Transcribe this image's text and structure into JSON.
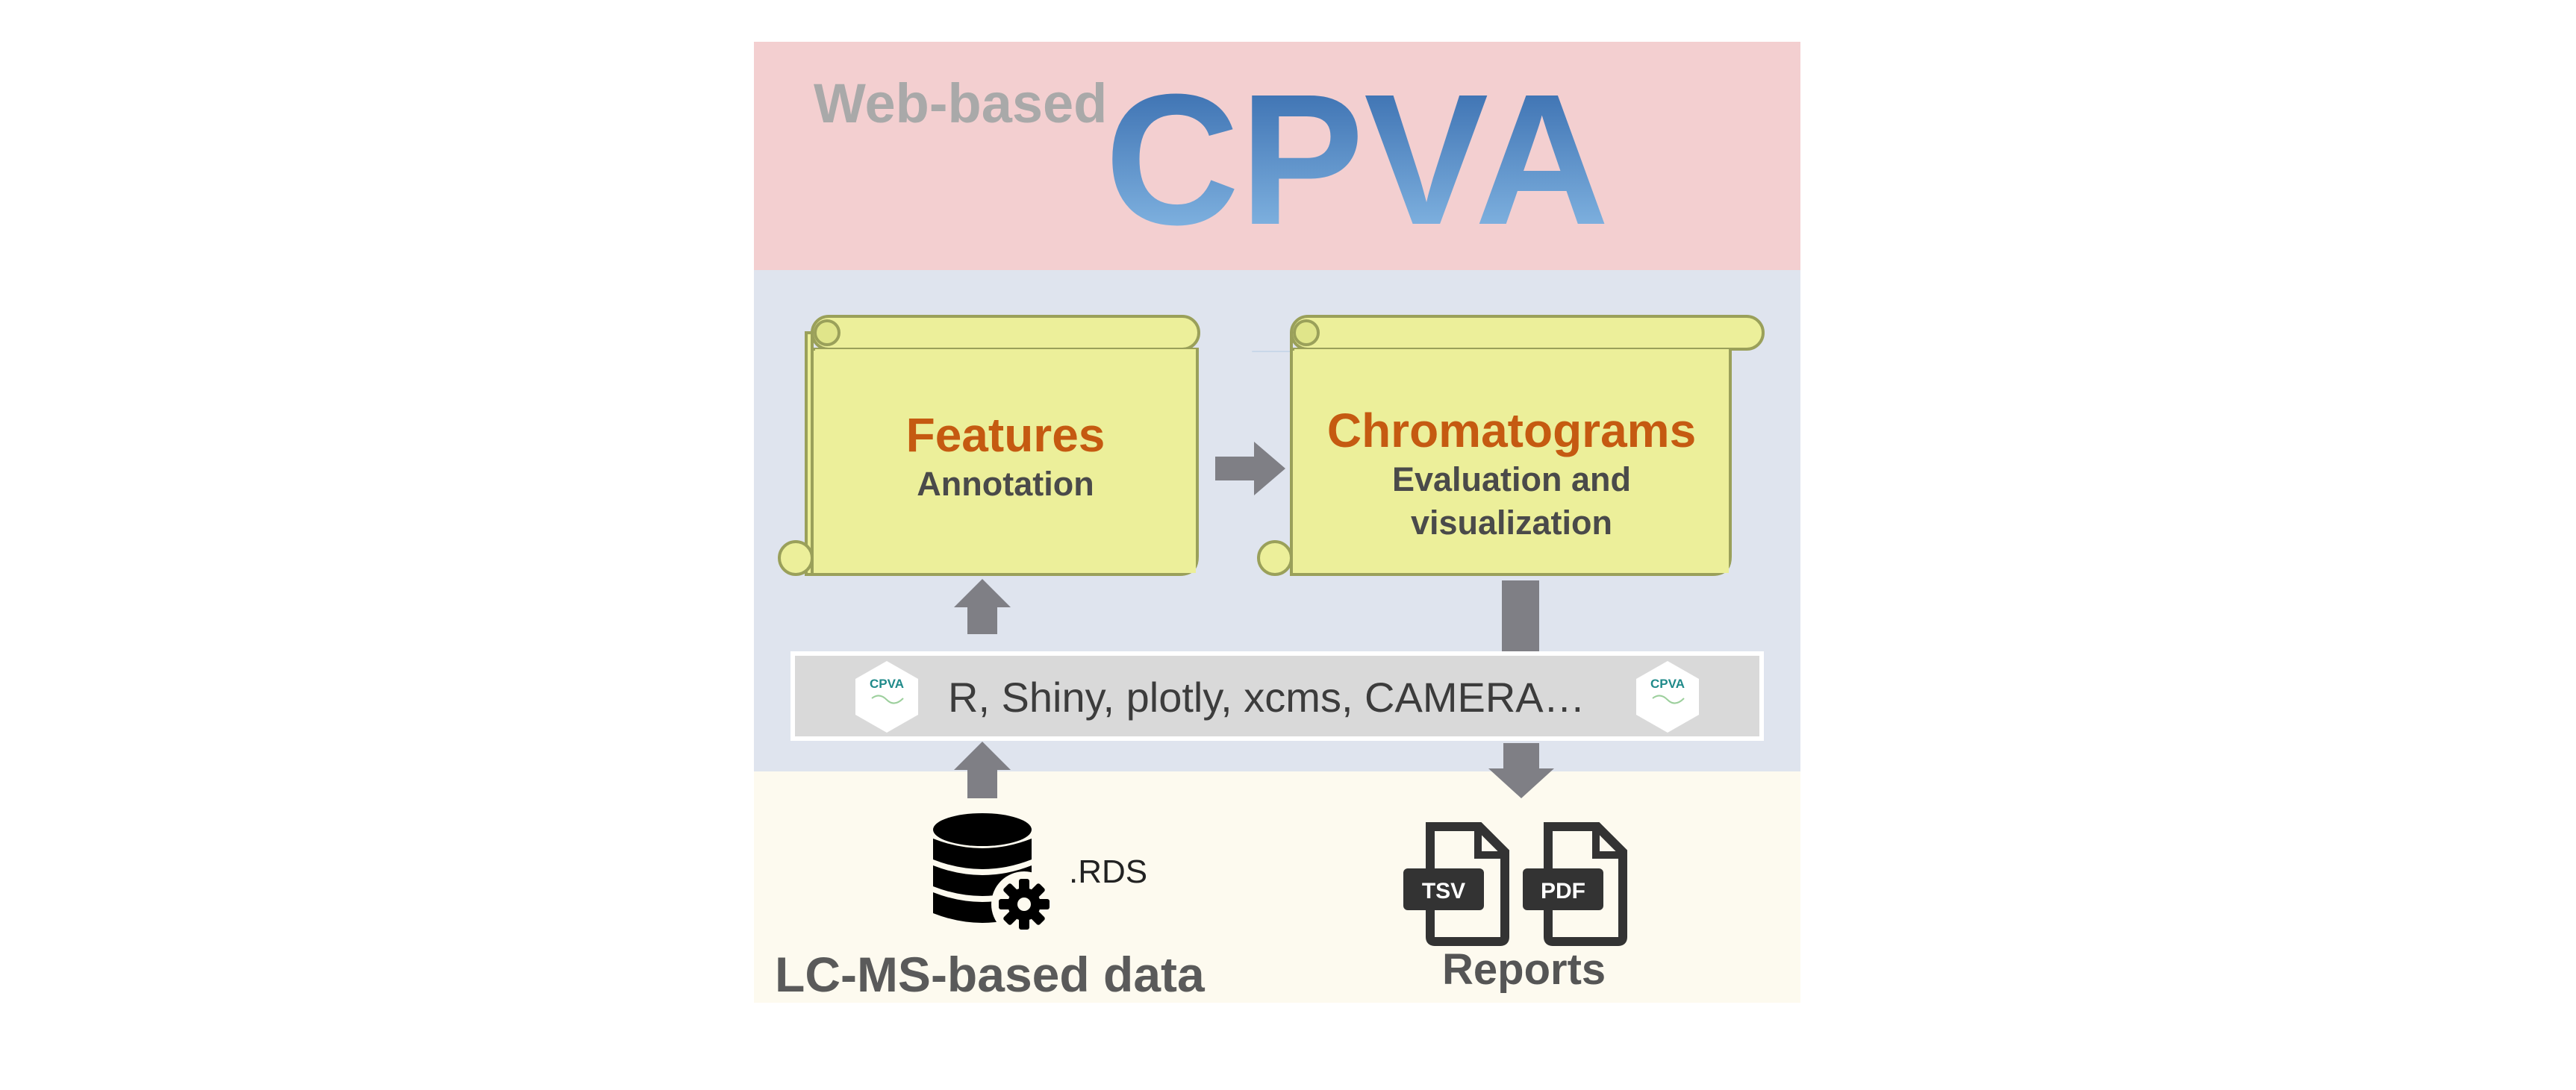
{
  "header": {
    "prefix": "Web-based",
    "title": "CPVA"
  },
  "modules": {
    "features": {
      "title": "Features",
      "subtitle": "Annotation"
    },
    "chromatograms": {
      "title": "Chromatograms",
      "subtitle_line1": "Evaluation and",
      "subtitle_line2": "visualization"
    }
  },
  "framework": {
    "libraries": "R, Shiny, plotly, xcms, CAMERA…",
    "badge_label": "CPVA"
  },
  "input": {
    "format": ".RDS",
    "label": "LC-MS-based data"
  },
  "output": {
    "label": "Reports",
    "file_types": [
      "TSV",
      "PDF"
    ]
  },
  "colors": {
    "band_top": "#f3cfd0",
    "band_middle": "#dfe4ee",
    "band_bottom": "#fdfaef",
    "scroll_fill": "#ecef9a",
    "module_title": "#c55a11",
    "title_gradient_top": "#2f64a8",
    "title_gradient_bottom": "#8ec0ea",
    "arrow": "#7f7f85"
  }
}
